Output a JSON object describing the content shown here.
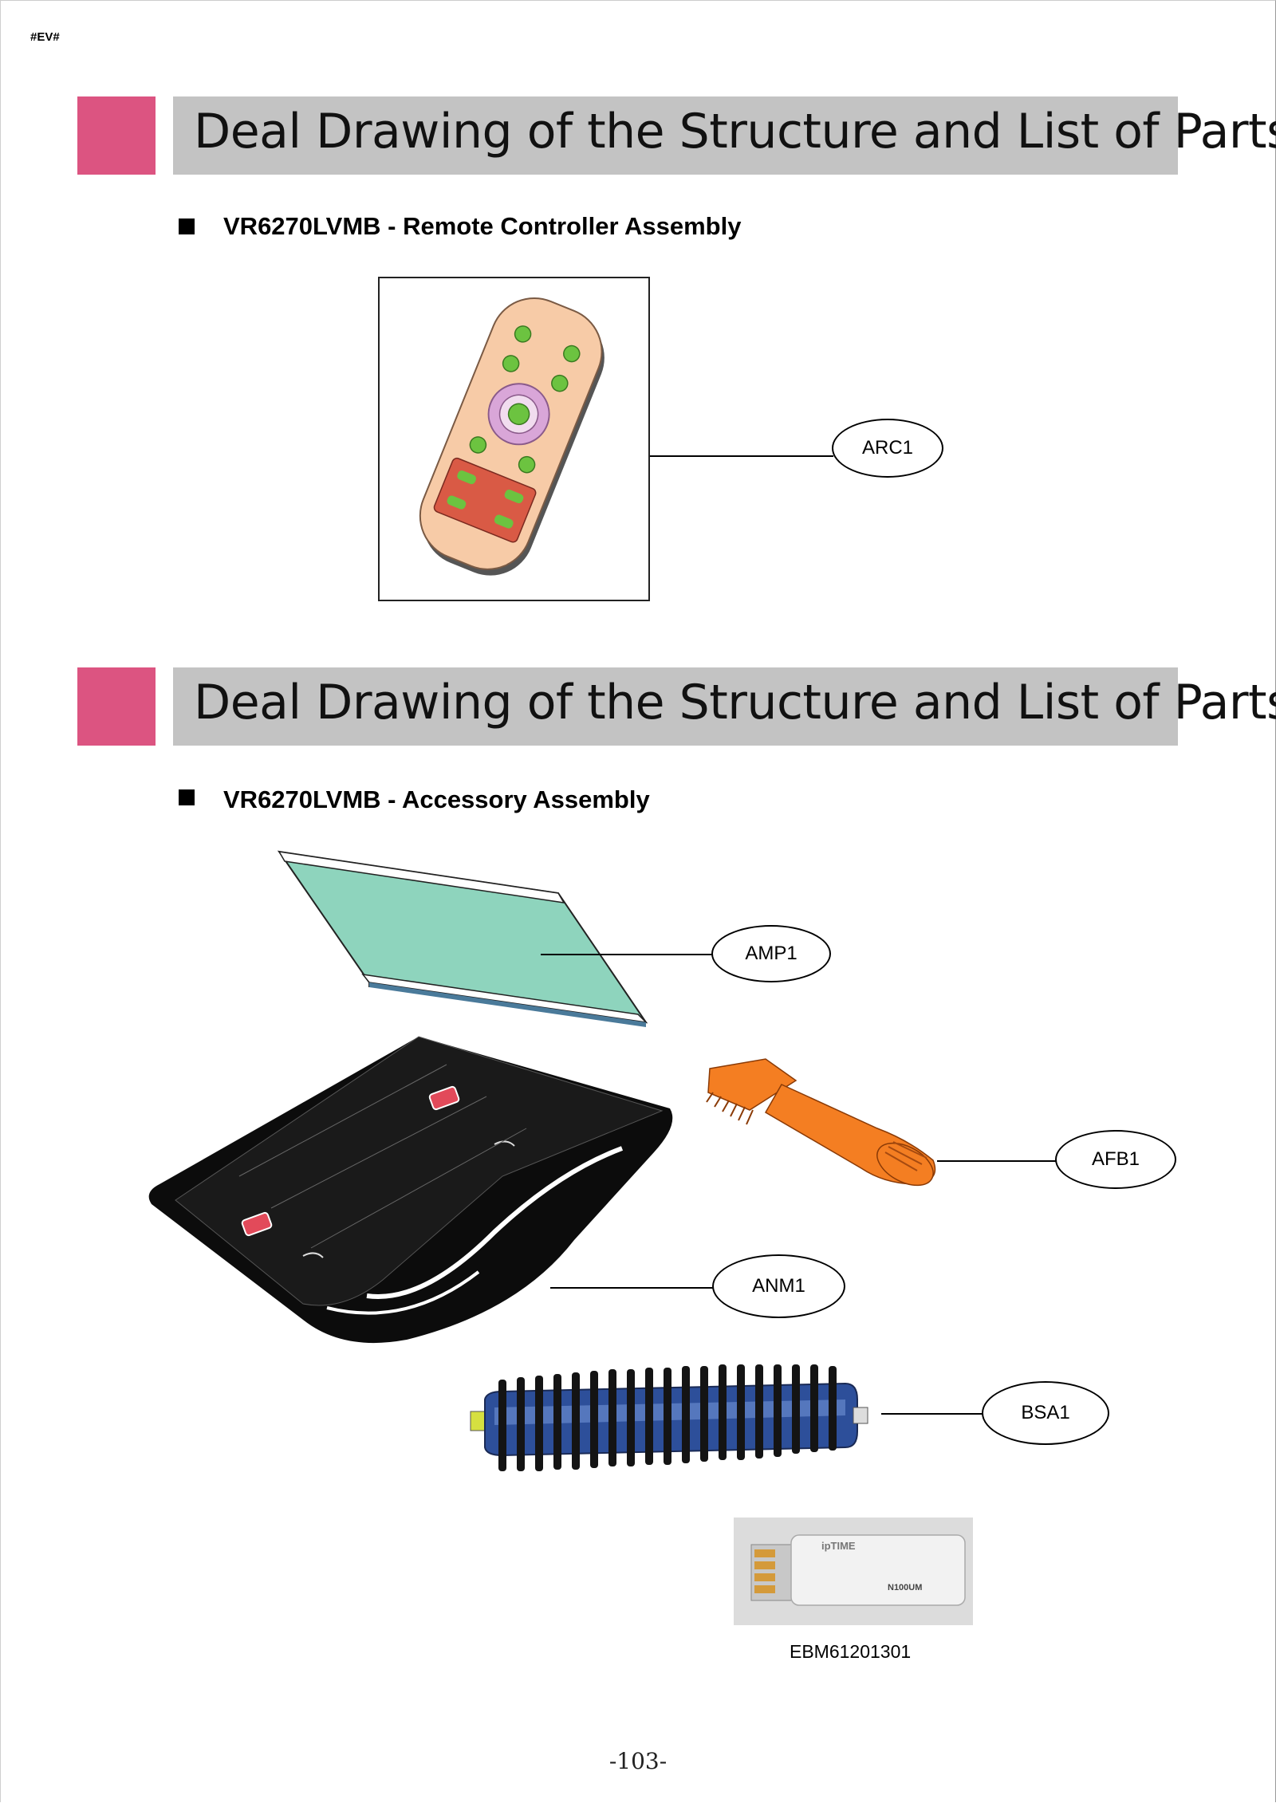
{
  "header_mark": "#EV#",
  "sections": [
    {
      "title": "Deal Drawing of the Structure and List of Parts",
      "subtitle": "VR6270LVMB - Remote Controller Assembly",
      "callouts": [
        "ARC1"
      ]
    },
    {
      "title": "Deal Drawing of the Structure and List of Parts",
      "subtitle": "VR6270LVMB - Accessory Assembly",
      "callouts": [
        "AMP1",
        "AFB1",
        "ANM1",
        "BSA1"
      ],
      "part_label": "EBM61201301",
      "dongle_text": {
        "brand": "ipTIME",
        "model": "N100UM"
      }
    }
  ],
  "page_number": "-103-"
}
